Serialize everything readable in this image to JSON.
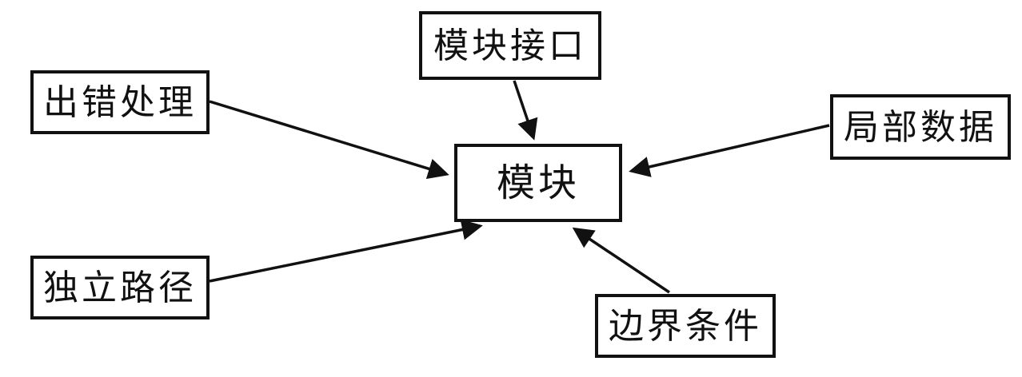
{
  "diagram": {
    "title": "module-influences-diagram",
    "center_node": {
      "id": "module",
      "label": "模块"
    },
    "nodes": [
      {
        "id": "module-interface",
        "label": "模块接口"
      },
      {
        "id": "error-handling",
        "label": "出错处理"
      },
      {
        "id": "local-data",
        "label": "局部数据"
      },
      {
        "id": "independent-path",
        "label": "独立路径"
      },
      {
        "id": "boundary-conditions",
        "label": "边界条件"
      }
    ],
    "edges": [
      {
        "from": "module-interface",
        "to": "module",
        "direction": "arrow-into-module"
      },
      {
        "from": "error-handling",
        "to": "module",
        "direction": "arrow-into-module"
      },
      {
        "from": "local-data",
        "to": "module",
        "direction": "arrow-into-module"
      },
      {
        "from": "independent-path",
        "to": "module",
        "direction": "arrow-into-module"
      },
      {
        "from": "boundary-conditions",
        "to": "module",
        "direction": "arrow-into-module"
      }
    ],
    "colors": {
      "stroke": "#111111",
      "background": "#ffffff"
    }
  }
}
